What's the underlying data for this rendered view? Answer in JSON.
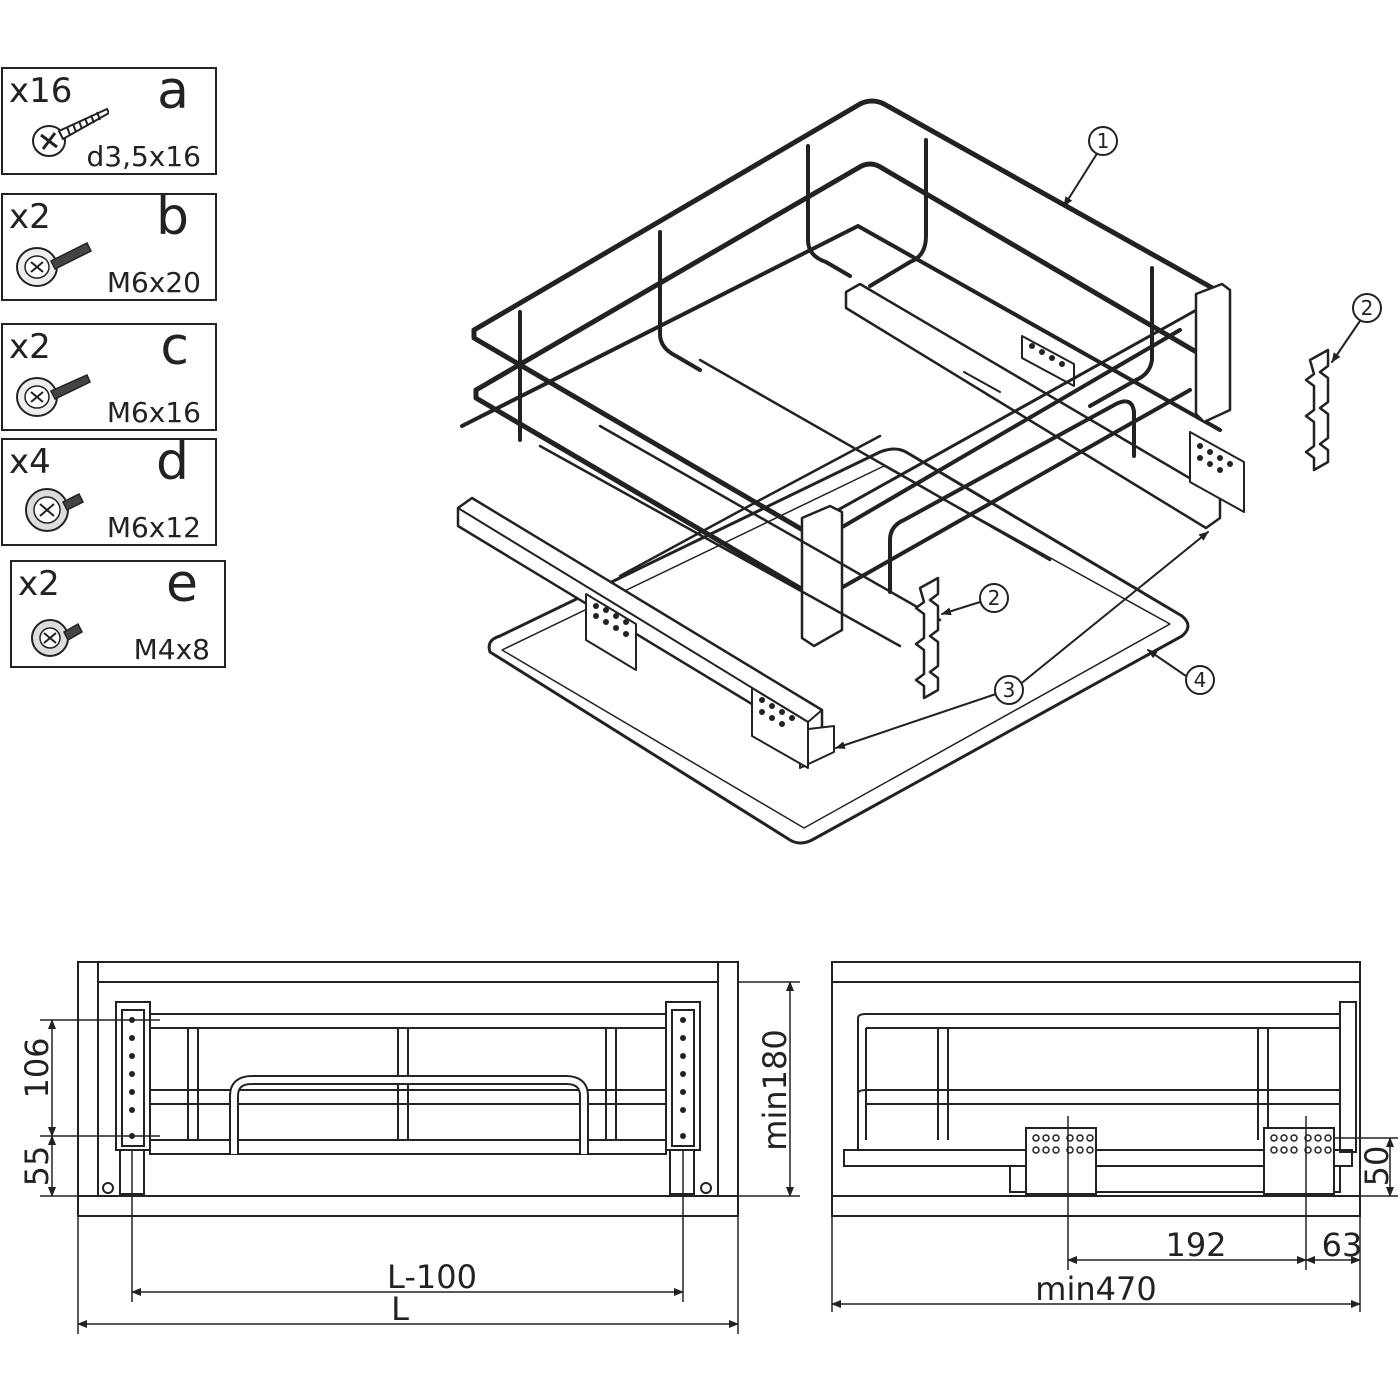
{
  "hardware": [
    {
      "qty": "x16",
      "letter": "a",
      "size": "d3,5x16",
      "icon": "wood-screw-icon"
    },
    {
      "qty": "x2",
      "letter": "b",
      "size": "M6x20",
      "icon": "bolt-icon"
    },
    {
      "qty": "x2",
      "letter": "c",
      "size": "M6x16",
      "icon": "bolt-icon"
    },
    {
      "qty": "x4",
      "letter": "d",
      "size": "M6x12",
      "icon": "short-bolt-icon"
    },
    {
      "qty": "x2",
      "letter": "e",
      "size": "M4x8",
      "icon": "short-bolt-icon"
    }
  ],
  "callouts": {
    "c1": "1",
    "c2a": "2",
    "c2b": "2",
    "c3": "3",
    "c4": "4"
  },
  "dimensions": {
    "h106": "106",
    "h55": "55",
    "min180": "min180",
    "l100": "L-100",
    "l": "L",
    "d192": "192",
    "d63": "63",
    "min470": "min470",
    "h50": "50"
  }
}
